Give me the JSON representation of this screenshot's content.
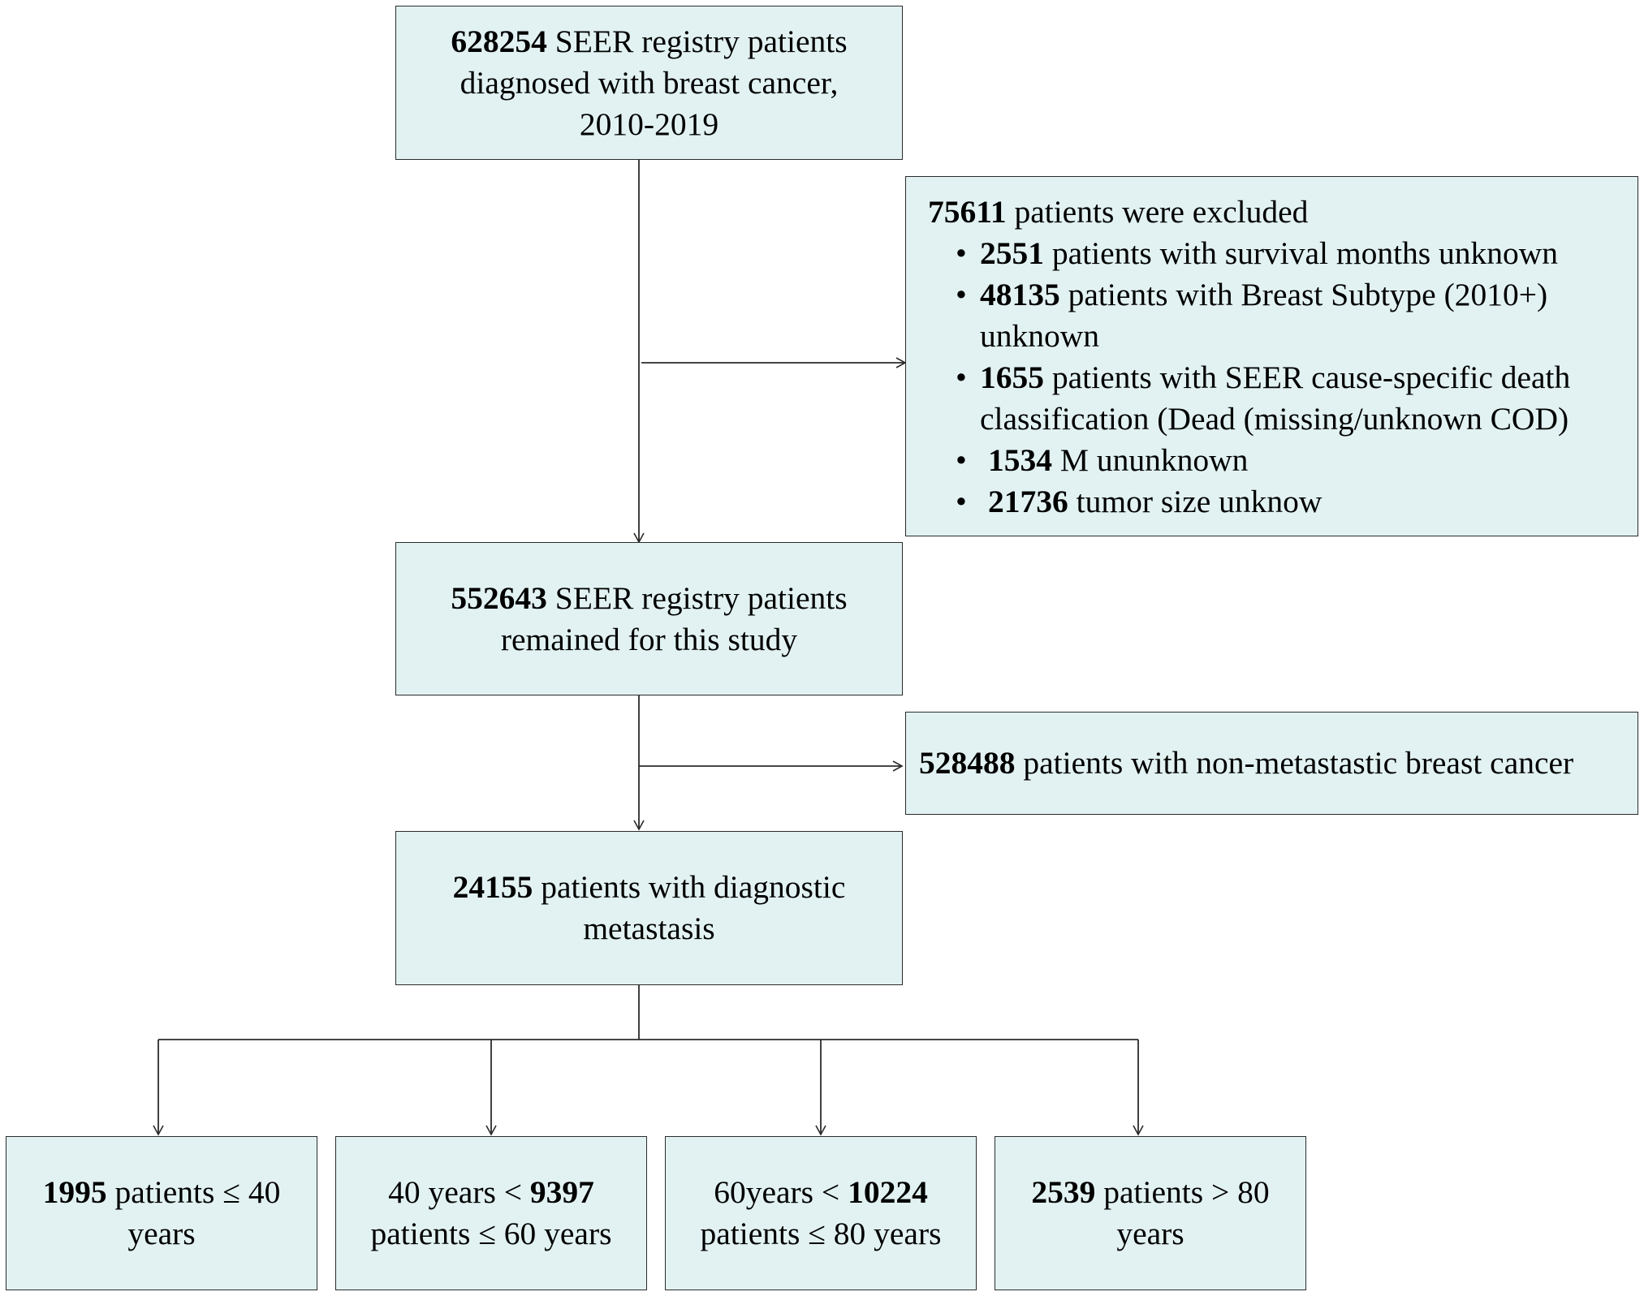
{
  "box_total": {
    "count": "628254",
    "line1": " SEER registry patients",
    "line2": "diagnosed with breast cancer,",
    "line3": "2010-2019"
  },
  "excluded": {
    "count": "75611",
    "label": " patients were excluded",
    "bullet": "•",
    "items": [
      {
        "count": "2551",
        "text": " patients with survival months unknown"
      },
      {
        "count": "48135",
        "text": " patients with Breast Subtype (2010+)",
        "cont": "unknown"
      },
      {
        "count": "1655",
        "text": " patients with SEER cause-specific death",
        "cont": "classification (Dead (missing/unknown COD)"
      },
      {
        "count": "1534",
        "text": " M ununknown"
      },
      {
        "count": "21736",
        "text": " tumor size unknow"
      }
    ]
  },
  "box_remained": {
    "count": "552643",
    "line1": " SEER registry patients",
    "line2": "remained for this study"
  },
  "box_nonmeta": {
    "count": "528488",
    "text": " patients with non-metastastic breast cancer"
  },
  "box_meta": {
    "count": "24155",
    "line1": " patients with diagnostic",
    "line2": "metastasis"
  },
  "age_groups": [
    {
      "pre": "",
      "count": "1995",
      "post": " patients ≤ 40",
      "line2": "years"
    },
    {
      "pre": "40 years < ",
      "count": "9397",
      "post": "",
      "line2": "patients ≤ 60 years"
    },
    {
      "pre": "60years < ",
      "count": "10224",
      "post": "",
      "line2": "patients ≤ 80 years"
    },
    {
      "pre": "",
      "count": "2539",
      "post": " patients > 80",
      "line2": "years"
    }
  ],
  "colors": {
    "box_fill": "#e2f2f2",
    "stroke": "#2b2b2b"
  }
}
